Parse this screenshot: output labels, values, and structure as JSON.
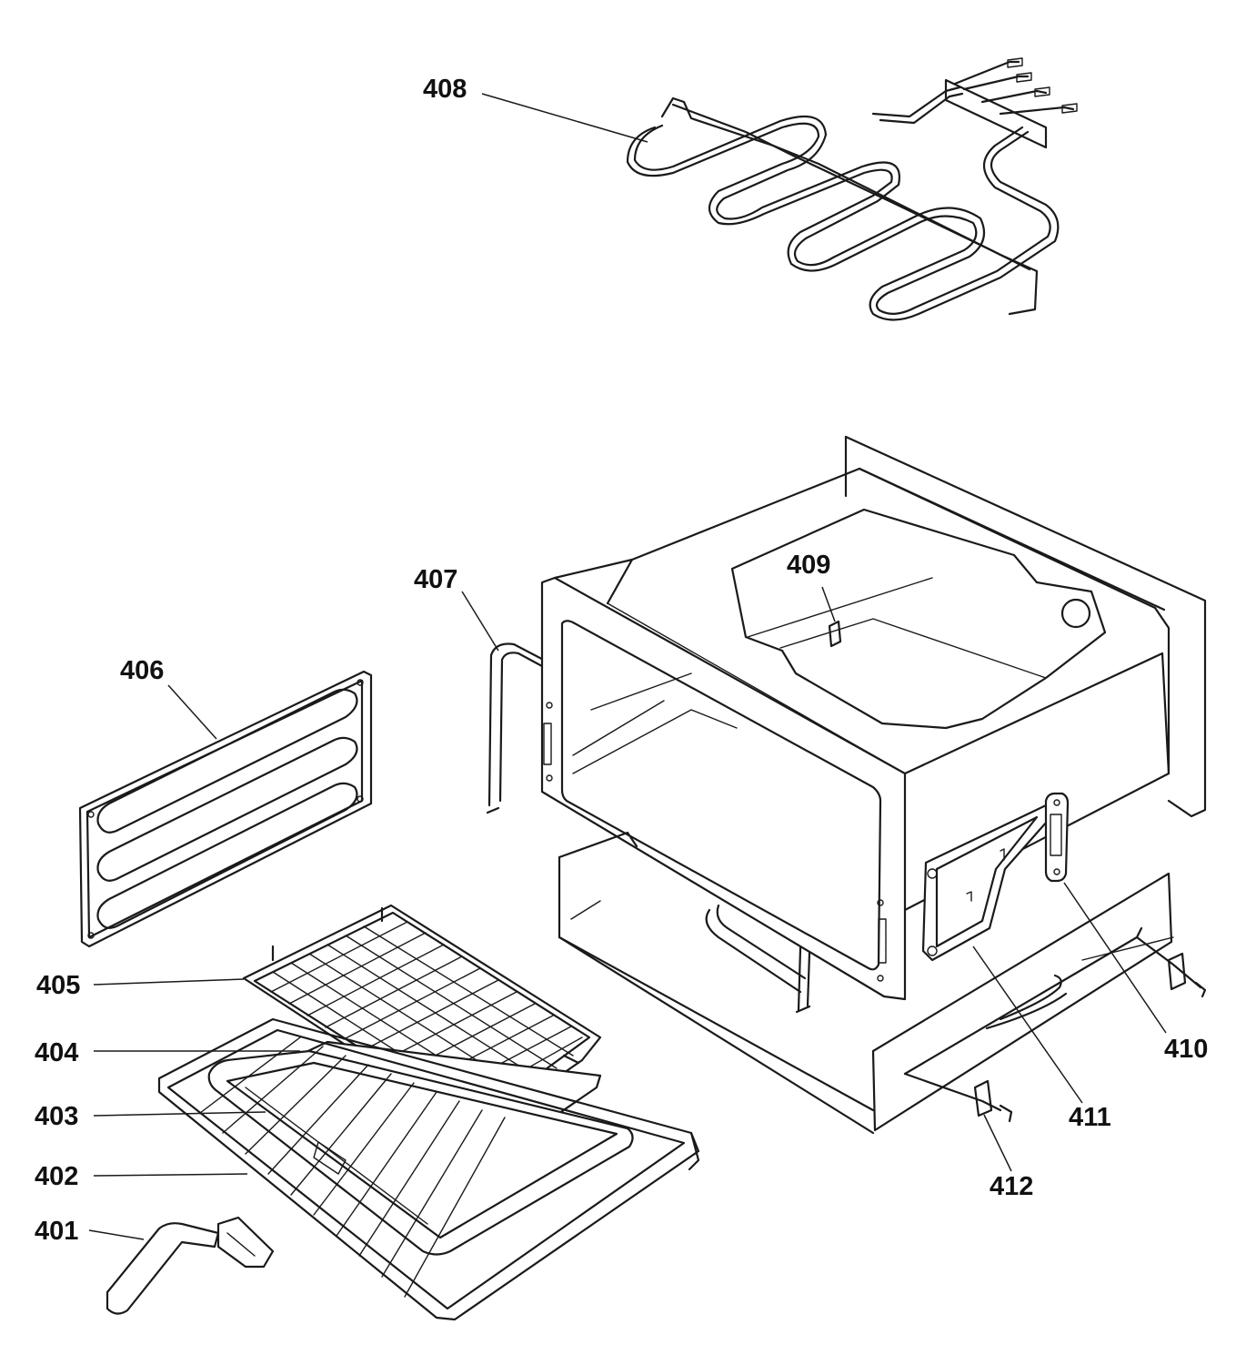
{
  "callouts": {
    "c401": "401",
    "c402": "402",
    "c403": "403",
    "c404": "404",
    "c405": "405",
    "c406": "406",
    "c407": "407",
    "c408": "408",
    "c409": "409",
    "c410": "410",
    "c411": "411",
    "c412": "412"
  }
}
